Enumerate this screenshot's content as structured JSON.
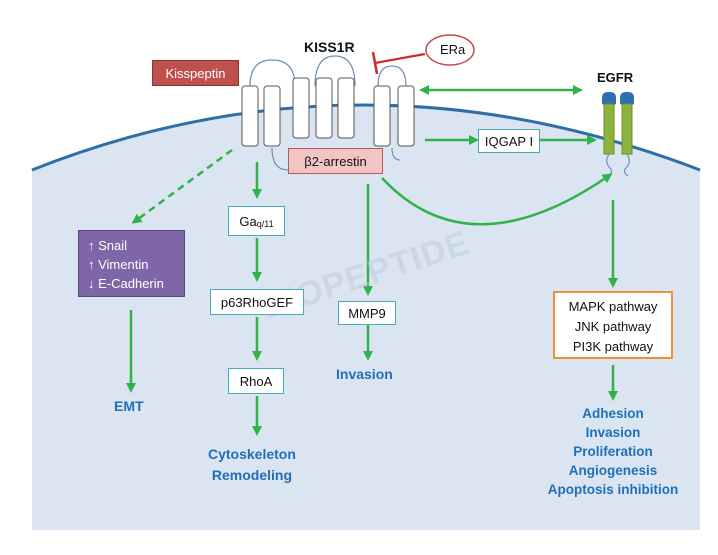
{
  "labels": {
    "kiss1r": "KISS1R",
    "kisspeptin": "Kisspeptin",
    "era": "ERa",
    "egfr": "EGFR",
    "b2_arrestin": "β2-arrestin",
    "iqgap1": "IQGAP I",
    "gaq11_main": "Ga",
    "gaq11_sub": "q/11",
    "p63rhogef": "p63RhoGEF",
    "rhoa": "RhoA",
    "mmp9": "MMP9",
    "emt_markers": [
      "↑ Snail",
      "↑ Vimentin",
      "↓ E-Cadherin"
    ],
    "pathways": [
      "MAPK pathway",
      "JNK pathway",
      "PI3K pathway"
    ]
  },
  "outcomes": {
    "emt": "EMT",
    "cytoskeleton": [
      "Cytoskeleton",
      "Remodeling"
    ],
    "invasion": "Invasion",
    "egfr_effects": [
      "Adhesion",
      "Invasion",
      "Proliferation",
      "Angiogenesis",
      "Apoptosis inhibition"
    ]
  },
  "watermark": "BIOPEPTIDE",
  "colors": {
    "cell": "#dbe5f1",
    "membrane": "#2e6fa8",
    "arrow": "#2fb34a",
    "inhibit": "#d02a2a",
    "kisspeptin_fill": "#c0504d",
    "arrestin_fill": "#f2c4c4",
    "emt_fill": "#7f66a8",
    "pathway_border": "#f0913a",
    "outcome_text": "#1f70b8",
    "egfr_green": "#8cb33d",
    "egfr_blue": "#2d6fb0"
  }
}
